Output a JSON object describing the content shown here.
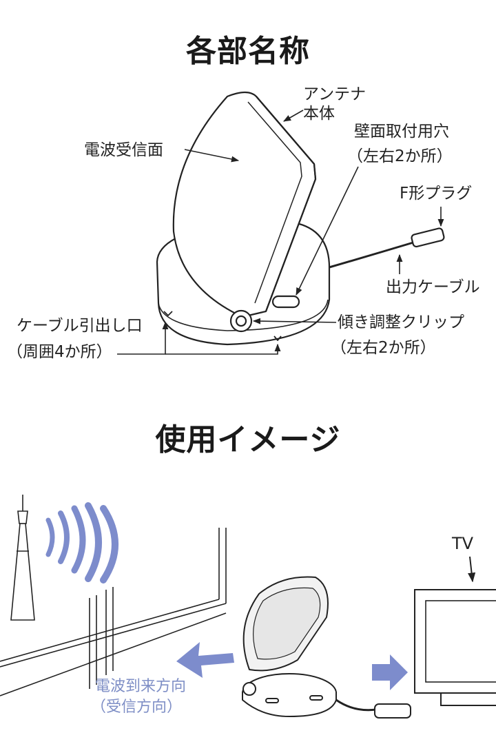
{
  "section_parts": {
    "title": "各部名称",
    "labels": {
      "antenna_body": [
        "アンテナ",
        "本体"
      ],
      "receiving_surface": "電波受信面",
      "wall_mount_hole": [
        "壁面取付用穴",
        "（左右2か所）"
      ],
      "f_plug": "F形プラグ",
      "output_cable": "出力ケーブル",
      "cable_exit": [
        "ケーブル引出し口",
        "（周囲4か所）"
      ],
      "tilt_clip": [
        "傾き調整クリップ",
        "（左右2か所）"
      ]
    }
  },
  "section_usage": {
    "title": "使用イメージ",
    "labels": {
      "tv": "TV",
      "wave_direction": [
        "電波到来方向",
        "（受信方向）"
      ]
    }
  },
  "colors": {
    "line": "#222222",
    "accent_blue": "#7f8fc6",
    "wave_blue": "#7d8ccc",
    "light_gray": "#e6e6e6"
  }
}
